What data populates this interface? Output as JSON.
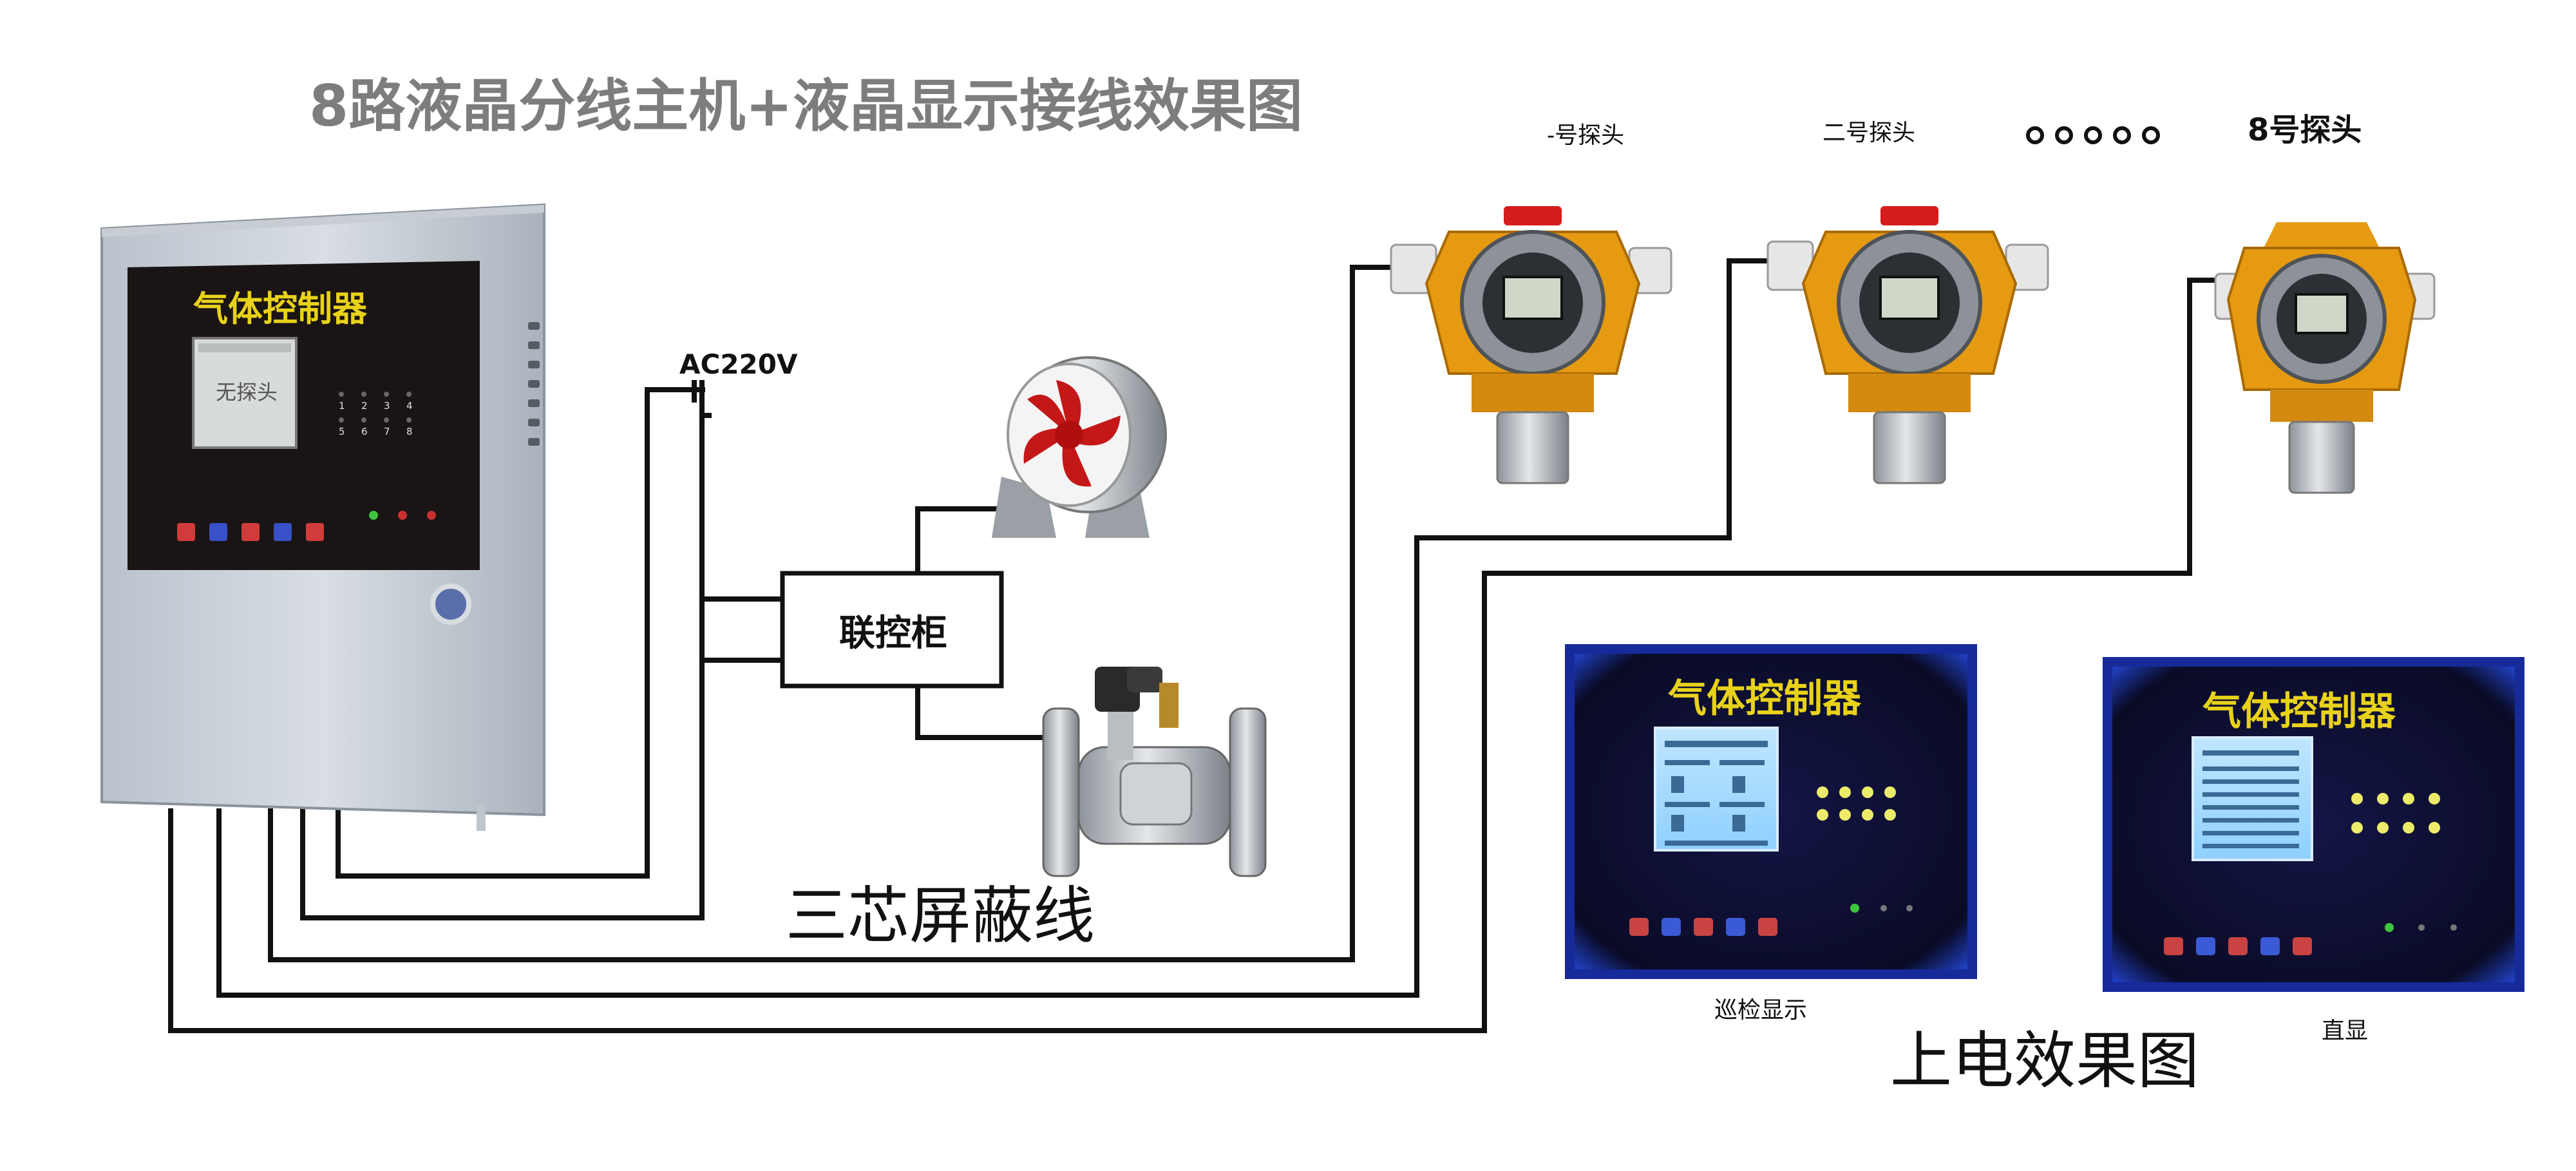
{
  "title": "8路液晶分线主机+液晶显示接线效果图",
  "power_label": "AC220V",
  "linkage_box_label": "联控柜",
  "cable_label": "三芯屏蔽线",
  "power_on_label": "上电效果图",
  "probes": [
    {
      "label": "-号探头"
    },
    {
      "label": "二号探头"
    },
    {
      "label": "8号探头"
    }
  ],
  "controller": {
    "panel_title": "气体控制器",
    "lcd_text": "无探头",
    "indicator_numbers": [
      "1",
      "2",
      "3",
      "4",
      "5",
      "6",
      "7",
      "8"
    ]
  },
  "photos": [
    {
      "caption": "巡检显示",
      "panel_title": "气体控制器"
    },
    {
      "caption": "直显",
      "panel_title": "气体控制器"
    }
  ],
  "colors": {
    "wire": "#111111",
    "title": "#7d7d7d",
    "panel_title": "#e8d21a",
    "probe_body": "#e59a12",
    "panel_bg": "#0c0d2a"
  }
}
